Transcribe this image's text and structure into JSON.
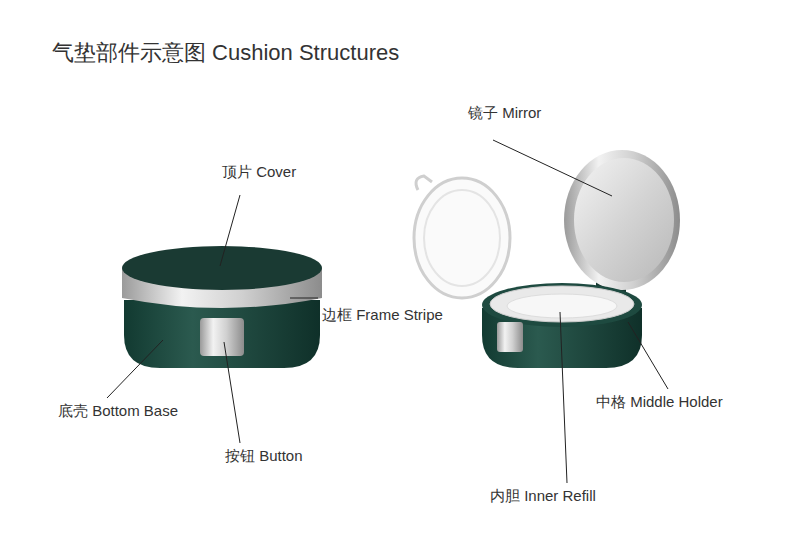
{
  "diagram": {
    "title": "气垫部件示意图 Cushion Structures",
    "labels": [
      "镜子 Mirror",
      "顶片 Cover",
      "边框 Frame Stripe",
      "底壳 Bottom Base",
      "按钮 Button",
      "中格 Middle Holder",
      "内胆 Inner Refill"
    ]
  }
}
